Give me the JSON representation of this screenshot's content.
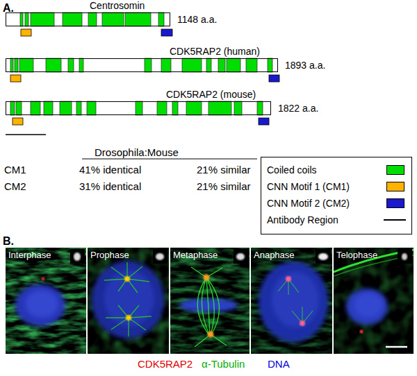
{
  "diagram": {
    "nodes": [
      {
        "text": [
          "Centrosomin",
          "1148 a.a."
        ]
      },
      {
        "text": [
          "CDK5RAP2 (human)",
          "1893 a.a."
        ]
      },
      {
        "text": [
          "CDK5RAP2 (mouse)",
          "1822 a.a."
        ]
      },
      {
        "text": [
          "Interphase"
        ]
      },
      {
        "text": [
          "Prophase"
        ]
      },
      {
        "text": [
          "Metaphase"
        ]
      },
      {
        "text": [
          "Anaphase"
        ]
      },
      {
        "text": [
          "Telophase"
        ]
      }
    ],
    "edges": [],
    "labels": [
      "A.",
      "Drosophila:Mouse",
      "CM1",
      "41% identical",
      "21% similar",
      "CM2",
      "31% identical",
      "21% similar",
      "B.",
      "CDK5RAP2",
      "α-Tubulin",
      "DNA"
    ],
    "legend": [
      {
        "text": "Coiled coils",
        "color": "#00dd00"
      },
      {
        "text": "CNN Motif 1 (CM1)",
        "color": "#ffb300"
      },
      {
        "text": "CNN Motif 2 (CM2)",
        "color": "#1a1acc"
      },
      {
        "text": "Antibody Region"
      }
    ]
  }
}
